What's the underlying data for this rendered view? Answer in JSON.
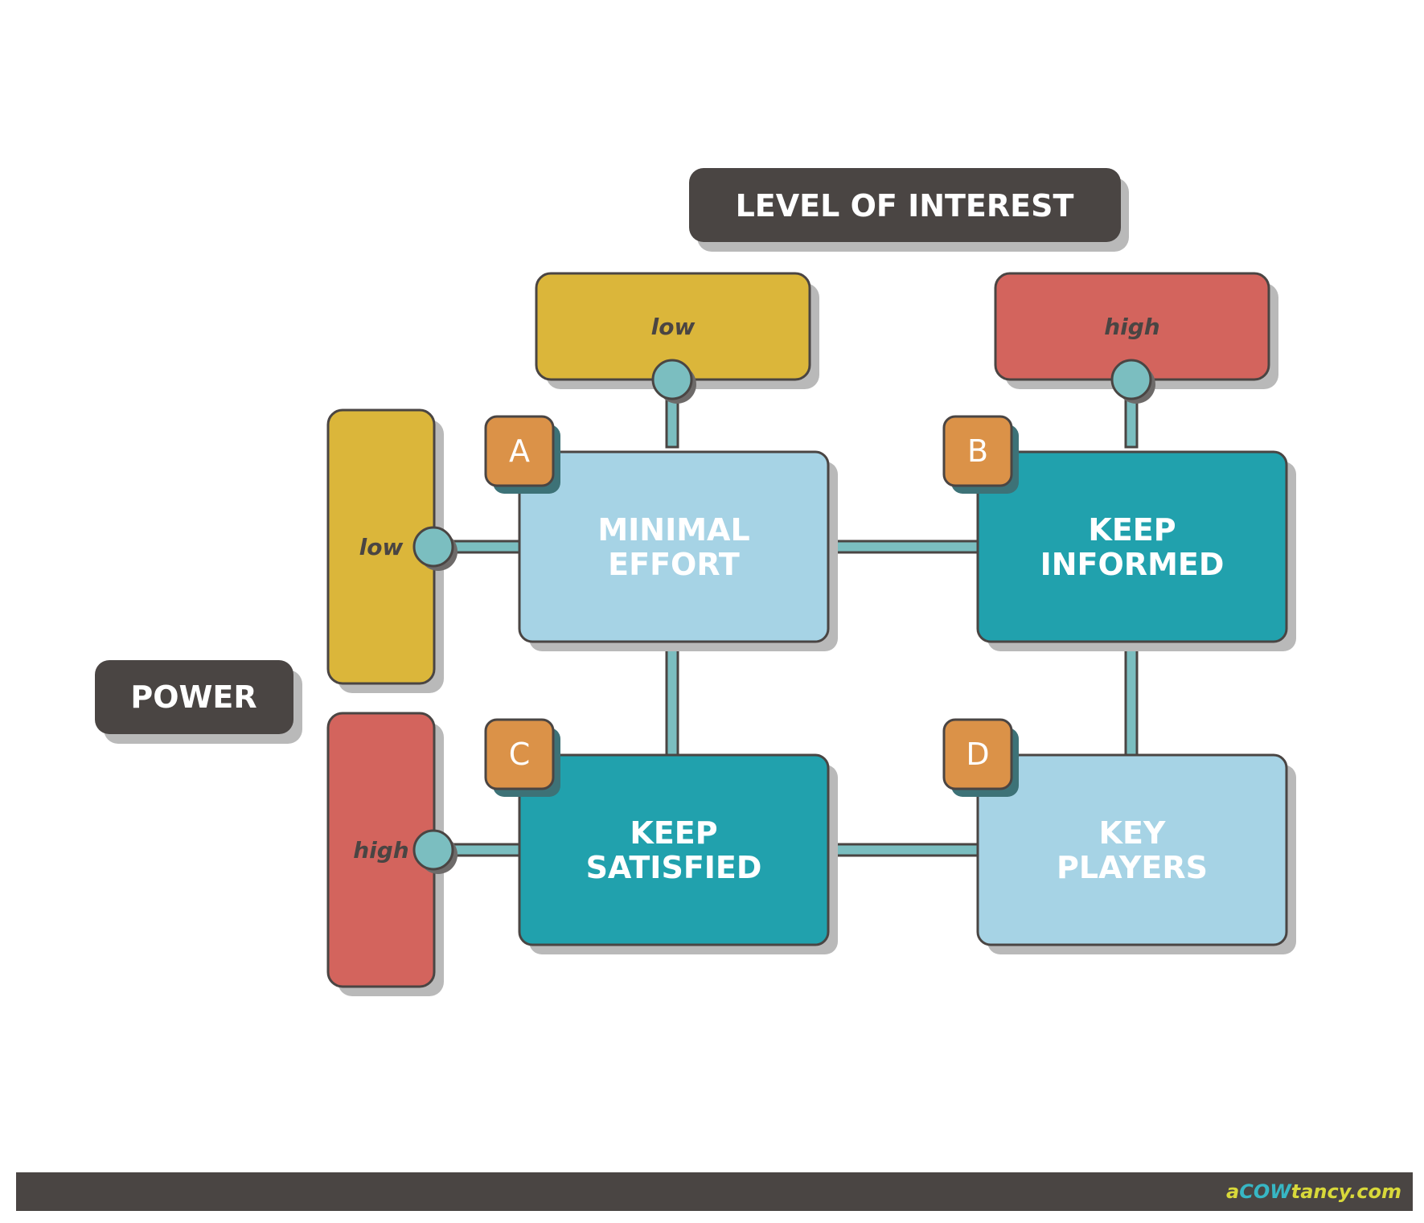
{
  "colors": {
    "dark": "#4a4543",
    "yellow": "#dbb63a",
    "red": "#d3645d",
    "teal": "#21a1ad",
    "light_blue": "#a6d3e5",
    "orange": "#db9248",
    "connector": "#7bbec0",
    "shadow": "#b9b9b9",
    "brand_yellow": "#d8d83a",
    "brand_blue": "#37b6c4"
  },
  "interest": {
    "title": "LEVEL OF INTEREST",
    "low_label": "low",
    "high_label": "high"
  },
  "power": {
    "title": "POWER",
    "low_label": "low",
    "high_label": "high"
  },
  "quadrants": {
    "a": {
      "badge": "A",
      "line1": "MINIMAL",
      "line2": "EFFORT"
    },
    "b": {
      "badge": "B",
      "line1": "KEEP",
      "line2": "INFORMED"
    },
    "c": {
      "badge": "C",
      "line1": "KEEP",
      "line2": "SATISFIED"
    },
    "d": {
      "badge": "D",
      "line1": "KEY",
      "line2": "PLAYERS"
    }
  },
  "footer": {
    "brand_part1": "a",
    "brand_part2": "COW",
    "brand_part3": "tancy.com"
  }
}
